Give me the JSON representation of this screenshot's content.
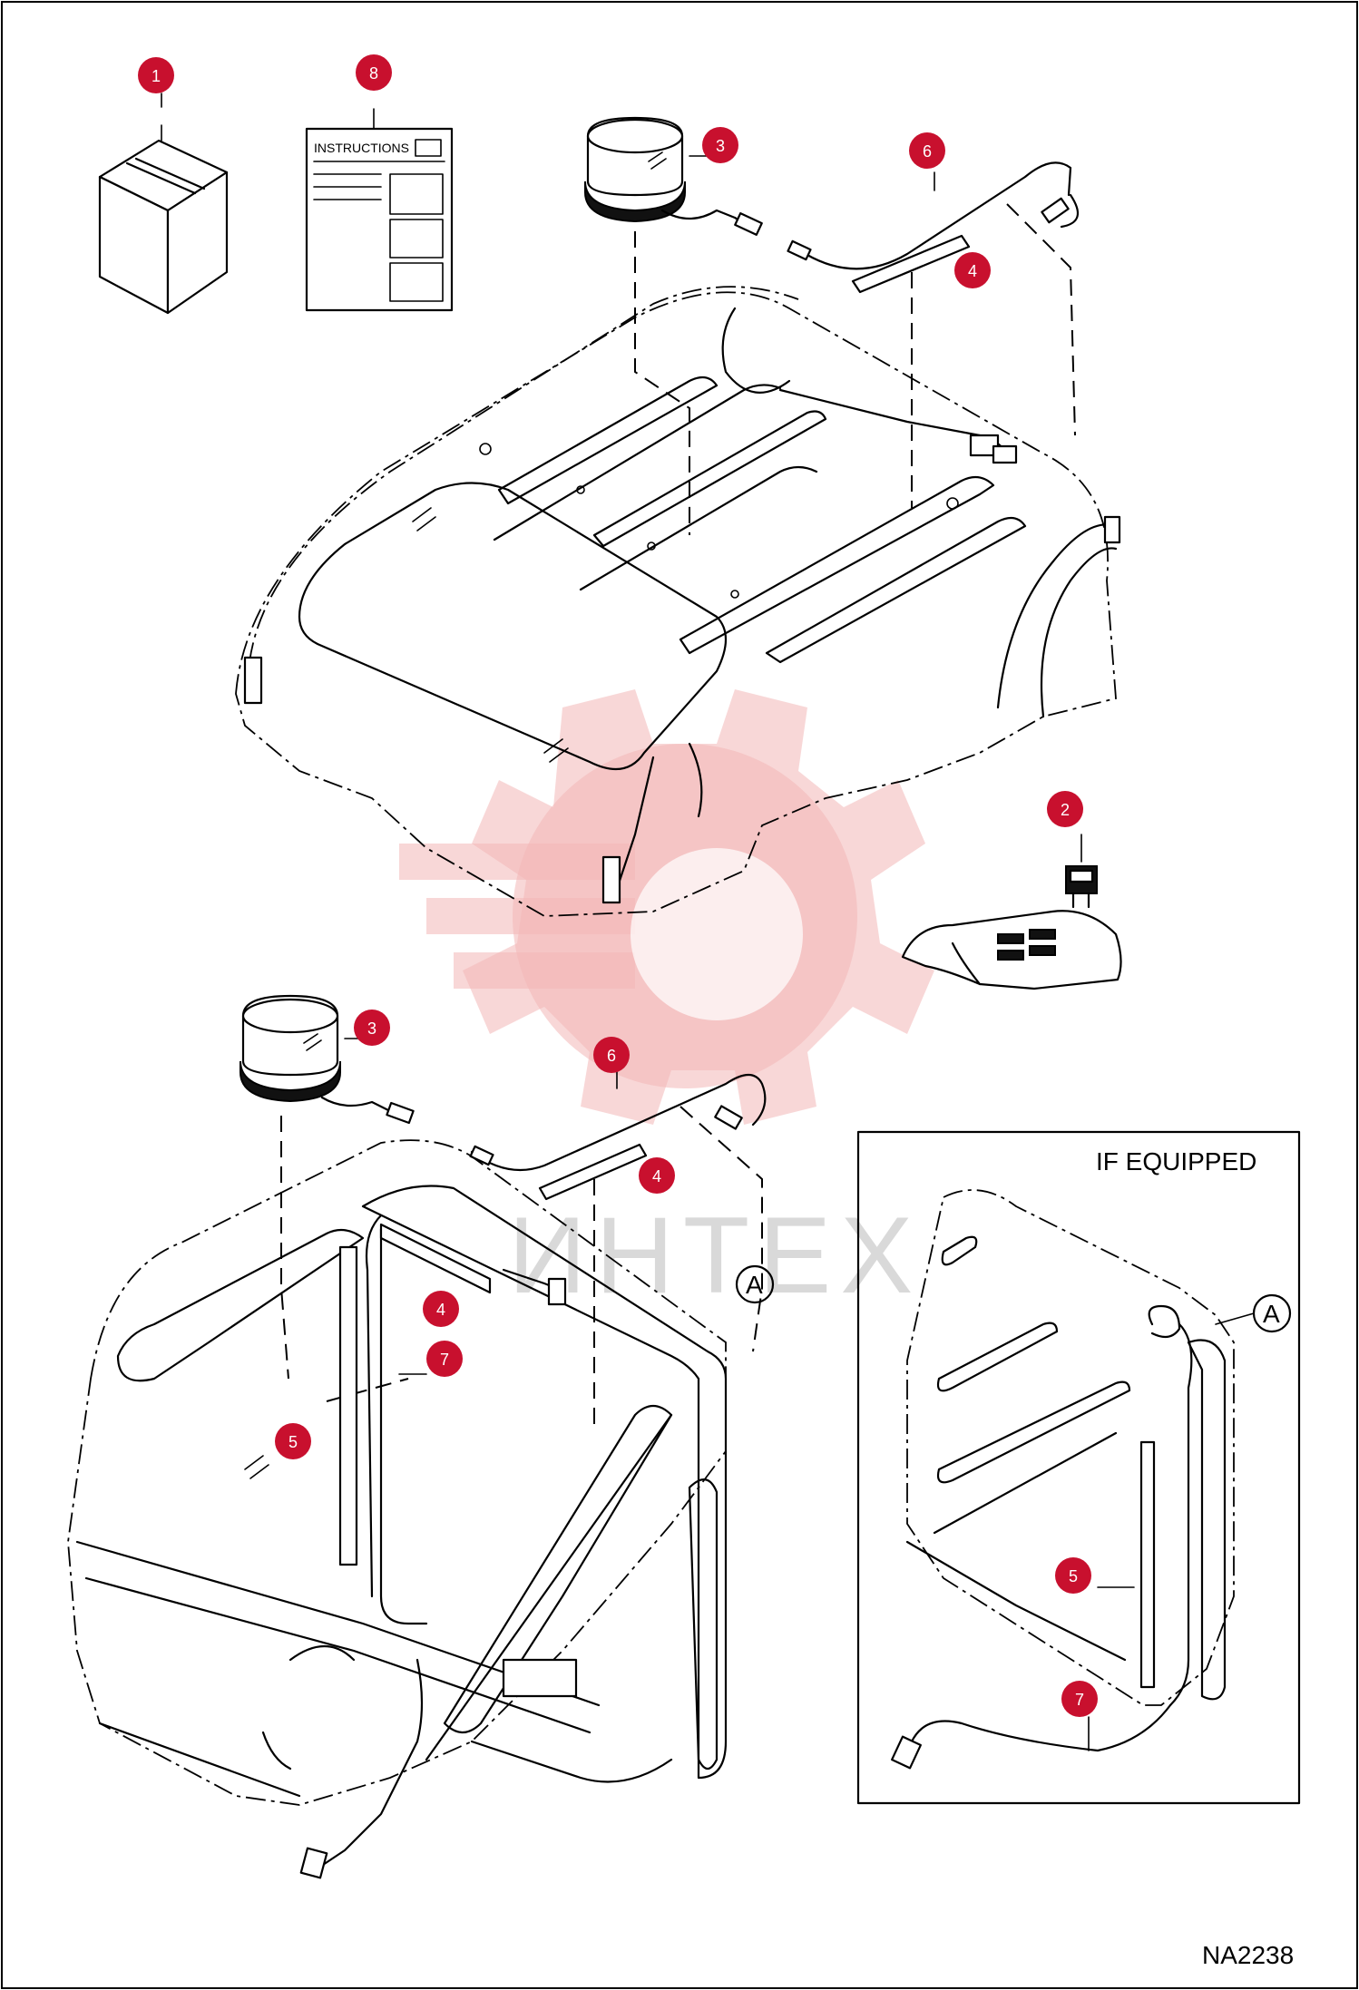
{
  "diagram": {
    "code": "NA2238",
    "inset_title": "IF EQUIPPED",
    "instructions_sheet_title": "INSTRUCTIONS",
    "connector_ref": "A",
    "watermark_text": "ИНТЕХ",
    "accent_color": "#c8102e",
    "callouts": [
      "1",
      "8",
      "3",
      "6",
      "4",
      "2",
      "3",
      "6",
      "4",
      "4",
      "7",
      "5",
      "5",
      "7"
    ]
  }
}
